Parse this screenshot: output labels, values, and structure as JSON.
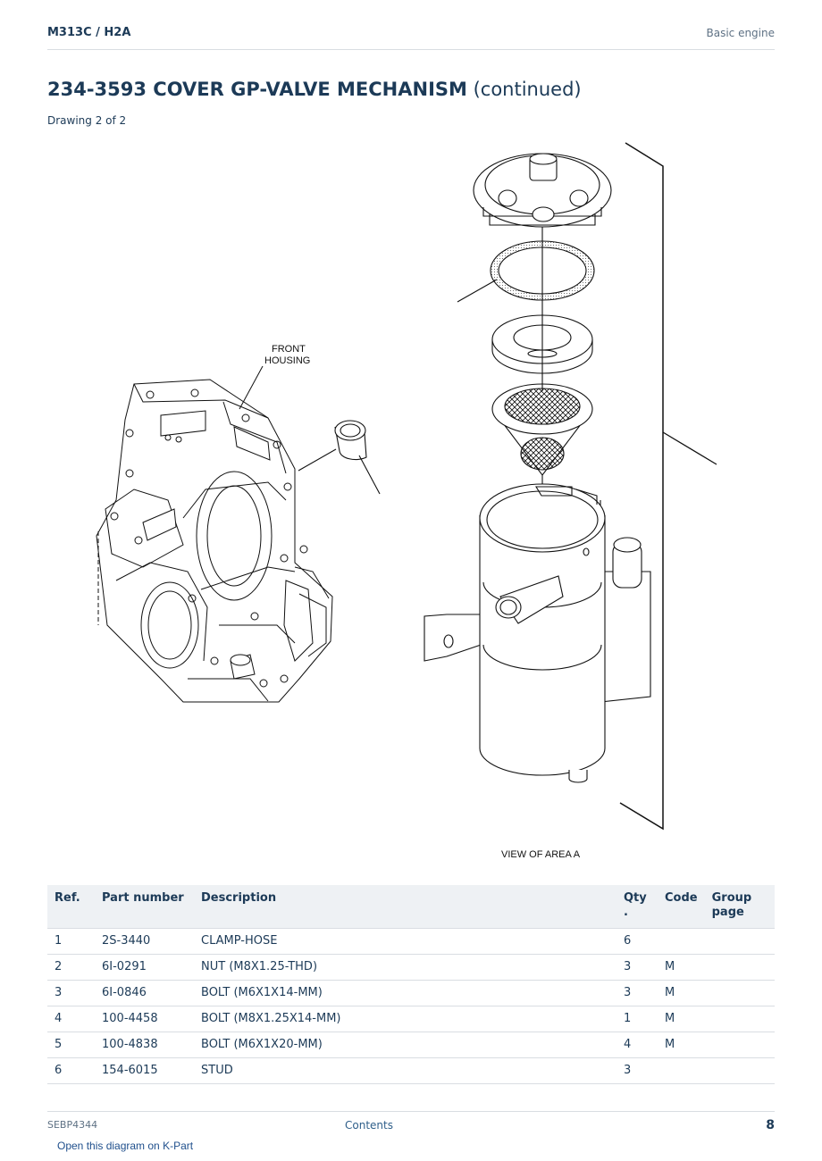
{
  "header": {
    "model": "M313C  /  H2A",
    "section": "Basic engine"
  },
  "title": {
    "part_bold": "234-3593 COVER GP-VALVE MECHANISM",
    "suffix": " (continued)",
    "drawing": "Drawing 2 of 2"
  },
  "diagram": {
    "label_front_line1": "FRONT",
    "label_front_line2": "HOUSING",
    "label_view": "VIEW OF AREA A"
  },
  "table": {
    "headers": {
      "ref": "Ref.",
      "part_number": "Part number",
      "description": "Description",
      "qty": "Qty .",
      "code": "Code",
      "group_page": "Group page"
    },
    "rows": [
      {
        "ref": "1",
        "part_number": "2S-3440",
        "description": "CLAMP-HOSE",
        "qty": "6",
        "code": "",
        "group_page": ""
      },
      {
        "ref": "2",
        "part_number": "6I-0291",
        "description": "NUT (M8X1.25-THD)",
        "qty": "3",
        "code": "M",
        "group_page": ""
      },
      {
        "ref": "3",
        "part_number": "6I-0846",
        "description": "BOLT (M6X1X14-MM)",
        "qty": "3",
        "code": "M",
        "group_page": ""
      },
      {
        "ref": "4",
        "part_number": "100-4458",
        "description": "BOLT (M8X1.25X14-MM)",
        "qty": "1",
        "code": "M",
        "group_page": ""
      },
      {
        "ref": "5",
        "part_number": "100-4838",
        "description": "BOLT (M6X1X20-MM)",
        "qty": "4",
        "code": "M",
        "group_page": ""
      },
      {
        "ref": "6",
        "part_number": "154-6015",
        "description": "STUD",
        "qty": "3",
        "code": "",
        "group_page": ""
      }
    ]
  },
  "footer": {
    "doc_id": "SEBP4344",
    "contents_link": "Contents",
    "page_number": "8",
    "kpart_link": "Open this diagram on K-Part"
  }
}
